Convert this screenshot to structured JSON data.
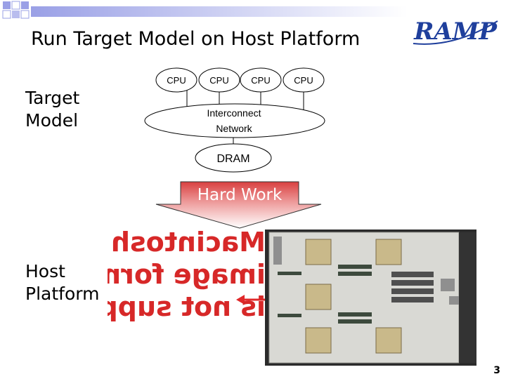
{
  "slide": {
    "title": "Run Target Model on Host Platform",
    "logo_text": "RAMP",
    "page_number": "3"
  },
  "target_model": {
    "label_line1": "Target",
    "label_line2": "Model",
    "cpus": [
      "CPU",
      "CPU",
      "CPU",
      "CPU"
    ],
    "interconnect_line1": "Interconnect",
    "interconnect_line2": "Network",
    "dram": "DRAM"
  },
  "arrow": {
    "label": "Hard Work"
  },
  "host_platform": {
    "label_line1": "Host",
    "label_line2": "Platform",
    "missing_image_text": [
      "Macintosh PIC",
      "image format",
      "is not supported"
    ]
  },
  "colors": {
    "gradient_start": "#9aa0e6",
    "gradient_end": "#ffffff",
    "arrow_fill": "#d94040",
    "logo": "#1f3f9c",
    "missing_image_text": "#d72828"
  }
}
